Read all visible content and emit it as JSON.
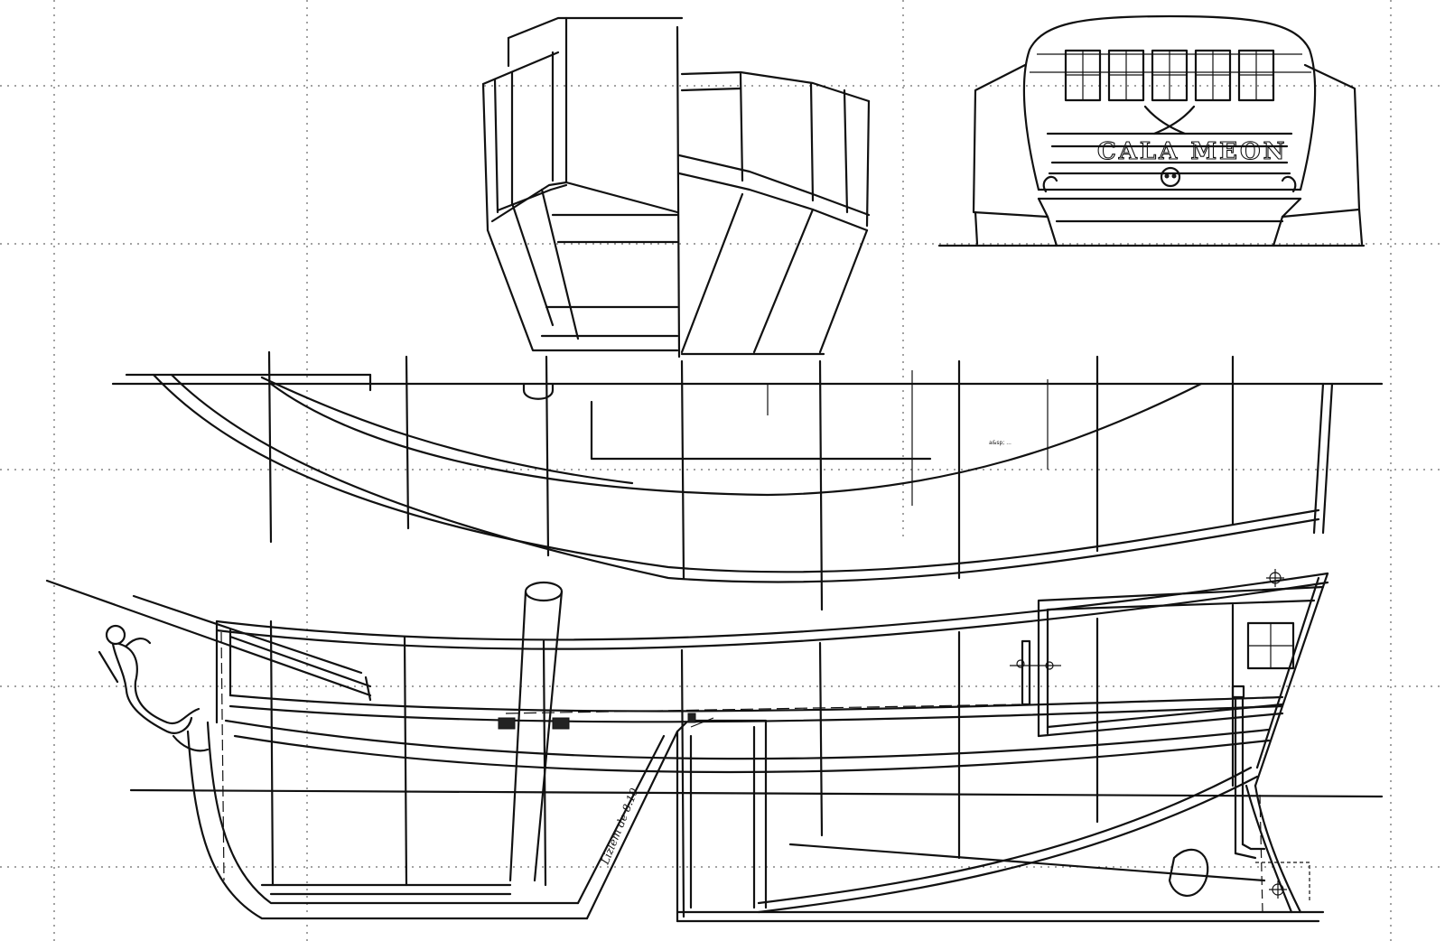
{
  "drawing": {
    "stern_name": "CALA MEON",
    "handwritten_note": "Lizlem de 8.10",
    "small_note": "a&sp; ...",
    "ink_color": "#111111",
    "paper_color": "#ffffff"
  },
  "views": [
    {
      "name": "bow-section-view"
    },
    {
      "name": "stern-transom-view"
    },
    {
      "name": "deck-plan-view"
    },
    {
      "name": "side-profile-view"
    }
  ]
}
